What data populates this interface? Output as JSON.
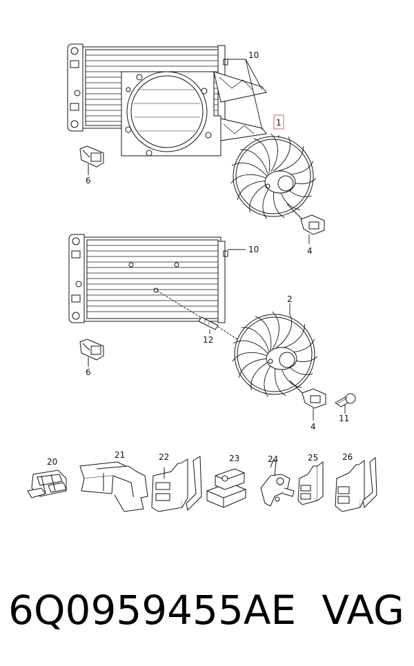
{
  "callouts": {
    "c1": "1",
    "c2": "2",
    "c4a": "4",
    "c4b": "4",
    "c6a": "6",
    "c6b": "6",
    "c10a": "10",
    "c10b": "10",
    "c11": "11",
    "c12": "12",
    "c20": "20",
    "c21": "21",
    "c22": "22",
    "c23": "23",
    "c24": "24",
    "c25": "25",
    "c26": "26"
  },
  "footer": {
    "part_number": "6Q0959455AE",
    "brand": "VAG"
  },
  "colors": {
    "line": "#111111",
    "highlight": "#e06060"
  }
}
